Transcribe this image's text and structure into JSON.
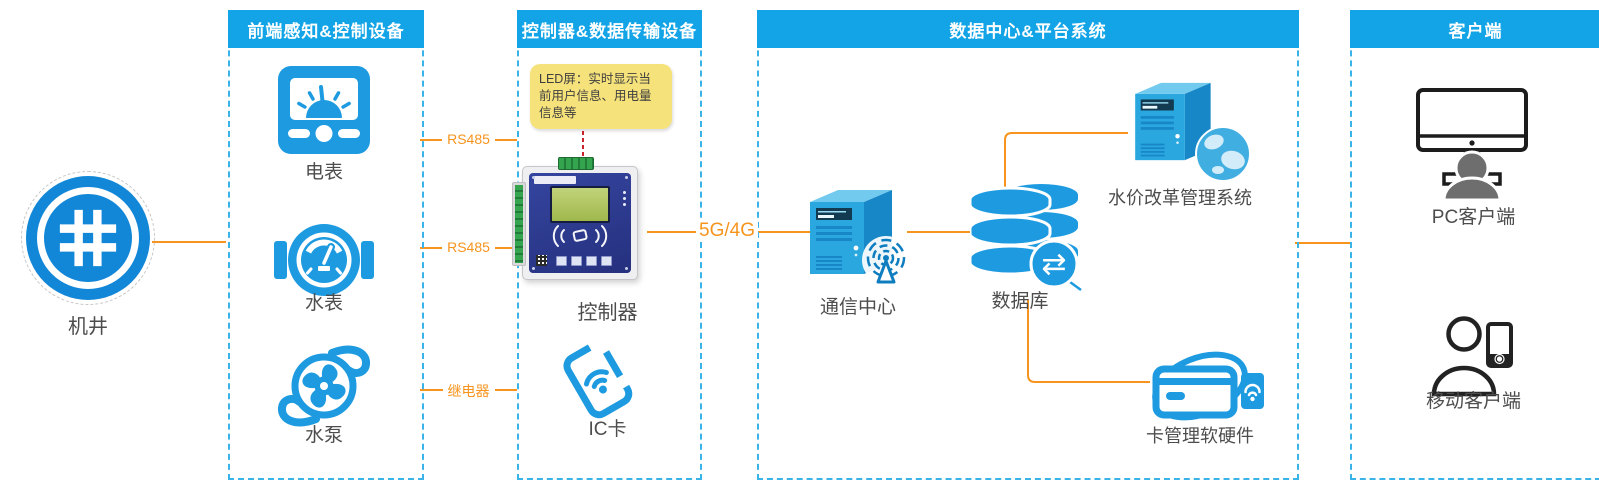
{
  "source": {
    "label": "机井"
  },
  "boxes": {
    "frontend": {
      "title": "前端感知&控制设备",
      "meter": "电表",
      "water_meter": "水表",
      "pump": "水泵"
    },
    "transmission": {
      "title": "控制器&数据传输设备",
      "note": "LED屏：实时显示当前用户信息、用电量信息等",
      "controller": "控制器",
      "ic_card": "IC卡"
    },
    "datacenter": {
      "title": "数据中心&平台系统",
      "comm_center": "通信中心",
      "database": "数据库",
      "pricing_system": "水价改革管理系统",
      "card_mgmt": "卡管理软硬件"
    },
    "client": {
      "title": "客户端",
      "pc": "PC客户端",
      "mobile": "移动客户端"
    }
  },
  "links": {
    "rs485_top": "RS485",
    "rs485_mid": "RS485",
    "relay": "继电器",
    "cellular": "5G/4G"
  },
  "colors": {
    "header_blue": "#12A4E6",
    "box_border_blue": "#3AB3E8",
    "icon_blue": "#1E9BE0",
    "well_blue": "#1287D8",
    "connector_orange": "#F7941E",
    "note_yellow": "#F6E27B",
    "note_pointer_red": "#C9242B",
    "server_front": "#2AA7DF",
    "server_side": "#1787C7",
    "server_top": "#72CBEF"
  }
}
